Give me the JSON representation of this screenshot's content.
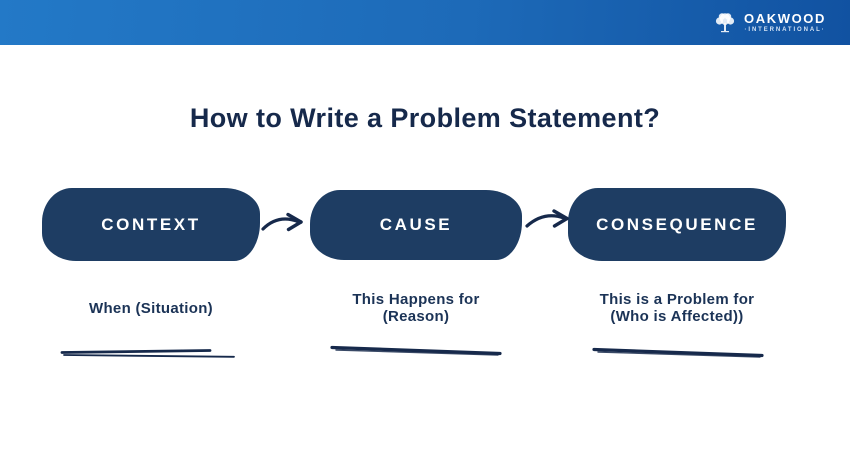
{
  "header": {
    "logo": {
      "name": "OAKWOOD",
      "subtitle": "·INTERNATIONAL·"
    }
  },
  "title": "How to Write a Problem Statement?",
  "diagram": {
    "steps": [
      {
        "label": "CONTEXT",
        "description": "When (Situation)"
      },
      {
        "label": "CAUSE",
        "description": "This Happens for (Reason)"
      },
      {
        "label": "CONSEQUENCE",
        "description": "This is a Problem for (Who is Affected))"
      }
    ]
  },
  "colors": {
    "header_gradient_start": "#2379C7",
    "header_gradient_end": "#1152A1",
    "box_navy": "#1E3D63",
    "title_navy": "#16294B",
    "text_navy": "#1B3356"
  }
}
